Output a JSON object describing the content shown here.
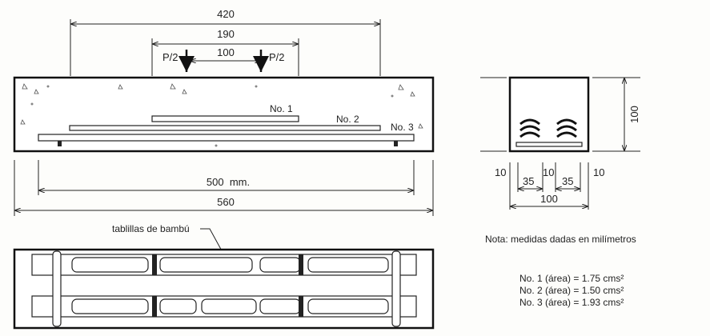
{
  "elevation": {
    "dim_total_span": "420",
    "dim_load_span": "190",
    "dim_load_spacing": "100",
    "load_left": "P/2",
    "load_right": "P/2",
    "bar_labels": [
      "No. 1",
      "No. 2",
      "No. 3"
    ],
    "dim_bar_length": "500  mm.",
    "dim_beam_length": "560"
  },
  "plan": {
    "leader_label": "tablillas de bambú"
  },
  "section": {
    "dim_height": "100",
    "dim_width": "100",
    "dim_cover_left": "10",
    "dim_group_left": "35",
    "dim_gap": "10",
    "dim_group_right": "35",
    "dim_cover_right": "10"
  },
  "notes": {
    "units_note": "Nota: medidas dadas en milímetros",
    "areas": [
      "No. 1 (área) = 1.75 cms²",
      "No. 2 (área) = 1.50 cms²",
      "No. 3 (área) = 1.93 cms²"
    ]
  }
}
